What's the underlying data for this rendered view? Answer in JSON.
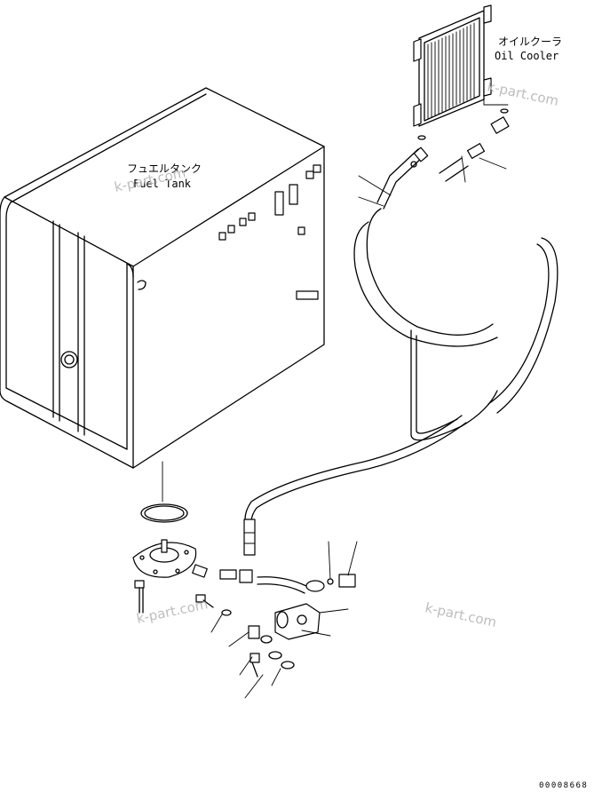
{
  "labels": {
    "fuel_tank_jp": "フュエルタンク",
    "fuel_tank_en": "Fuel Tank",
    "oil_cooler_jp": "オイルクーラ",
    "oil_cooler_en": "Oil Cooler"
  },
  "watermarks": [
    "k-part.com",
    "k-part.com",
    "k-part.com",
    "k-part.com"
  ],
  "drawing_code": "00008668"
}
